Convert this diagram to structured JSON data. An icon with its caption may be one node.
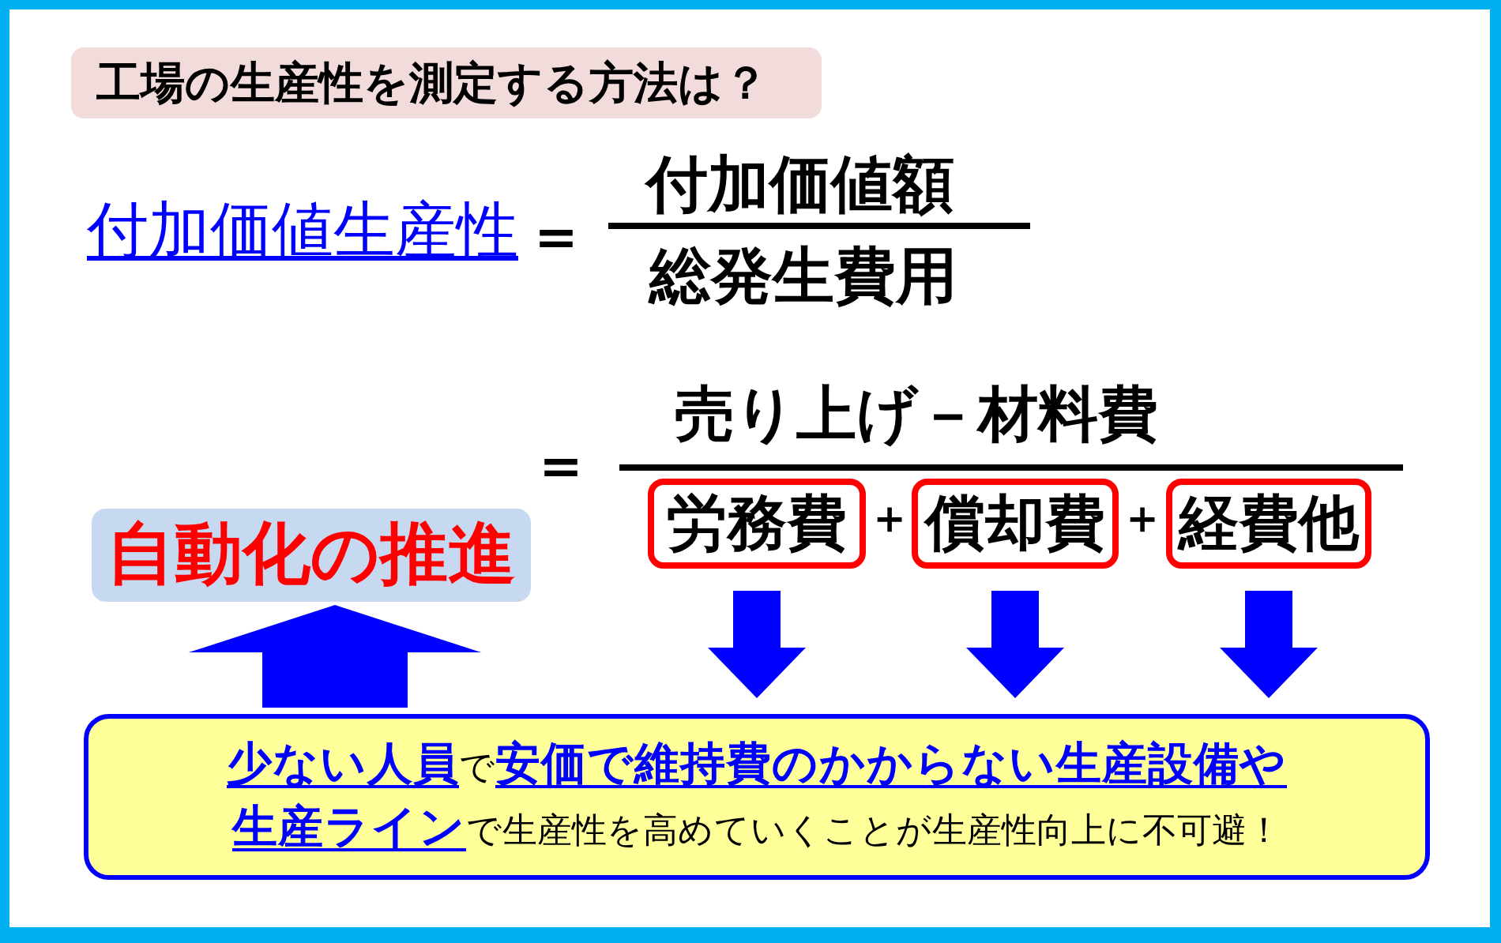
{
  "diagram": {
    "title": "工場の生産性を測定する方法は？",
    "nodes": [
      {
        "text": [
          "自動化の推進"
        ]
      },
      {
        "text": [
          "労務費"
        ]
      },
      {
        "text": [
          "償却費"
        ]
      },
      {
        "text": [
          "経費他"
        ]
      },
      {
        "text": [
          "**少ない人員**で**安価で維持費のかからない生産設備や生産ライン**で生産性を高めていくことが生産性向上に不可避！"
        ]
      }
    ],
    "edges": [
      {
        "from": 1,
        "to": 4,
        "arrow": "to"
      },
      {
        "from": 2,
        "to": 4,
        "arrow": "to"
      },
      {
        "from": 3,
        "to": 4,
        "arrow": "to"
      },
      {
        "from": 4,
        "to": 0,
        "arrow": "to"
      }
    ],
    "labels": [
      "付加価値生産性",
      "＝",
      "付加価値額",
      "総発生費用",
      "＝",
      "売り上げ－材料費",
      "＋",
      "＋"
    ]
  }
}
